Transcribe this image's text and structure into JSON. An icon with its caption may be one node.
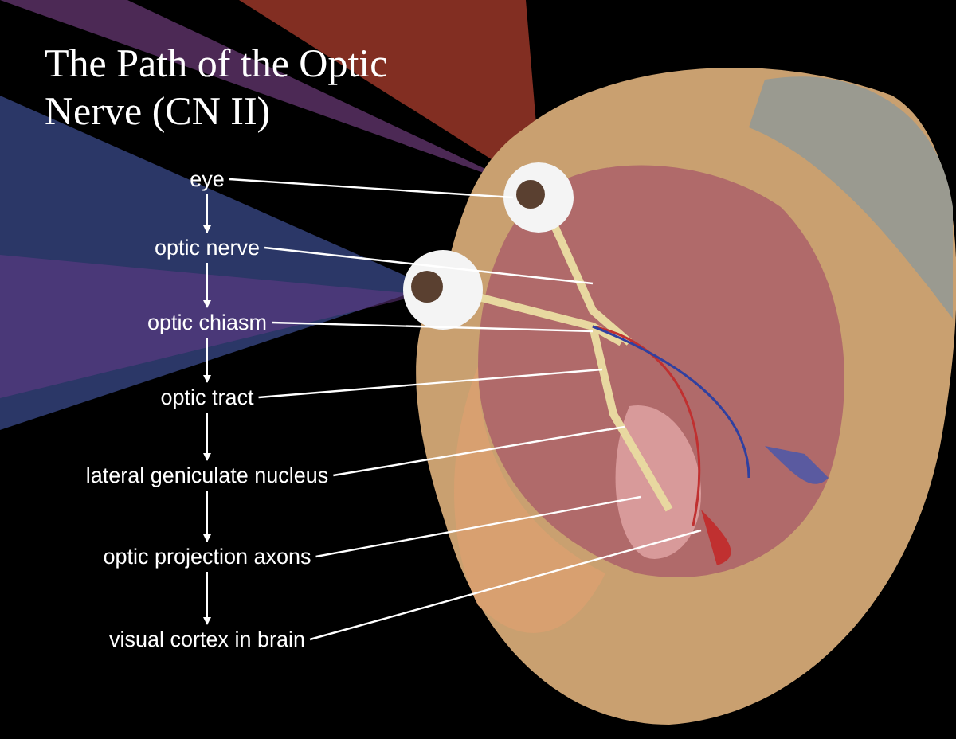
{
  "diagram": {
    "title": "The Path of the Optic Nerve (CN II)",
    "nodes": [
      {
        "text": [
          "eye"
        ]
      },
      {
        "text": [
          "optic nerve"
        ]
      },
      {
        "text": [
          "optic chiasm"
        ]
      },
      {
        "text": [
          "optic tract"
        ]
      },
      {
        "text": [
          "lateral geniculate nucleus"
        ]
      },
      {
        "text": [
          "optic projection axons"
        ]
      },
      {
        "text": [
          "visual cortex in brain"
        ]
      }
    ],
    "edges": [
      {
        "from": 0,
        "to": 1,
        "arrow": "to"
      },
      {
        "from": 1,
        "to": 2,
        "arrow": "to"
      },
      {
        "from": 2,
        "to": 3,
        "arrow": "to"
      },
      {
        "from": 3,
        "to": 4,
        "arrow": "to"
      },
      {
        "from": 4,
        "to": 5,
        "arrow": "to"
      },
      {
        "from": 5,
        "to": 6,
        "arrow": "to"
      },
      {
        "from": 0,
        "to": null,
        "arrow": "none"
      },
      {
        "from": 1,
        "to": null,
        "arrow": "none"
      },
      {
        "from": 2,
        "to": null,
        "arrow": "none"
      },
      {
        "from": 3,
        "to": null,
        "arrow": "none"
      },
      {
        "from": 4,
        "to": null,
        "arrow": "none"
      },
      {
        "from": 5,
        "to": null,
        "arrow": "none"
      },
      {
        "from": 6,
        "to": null,
        "arrow": "none"
      }
    ]
  }
}
